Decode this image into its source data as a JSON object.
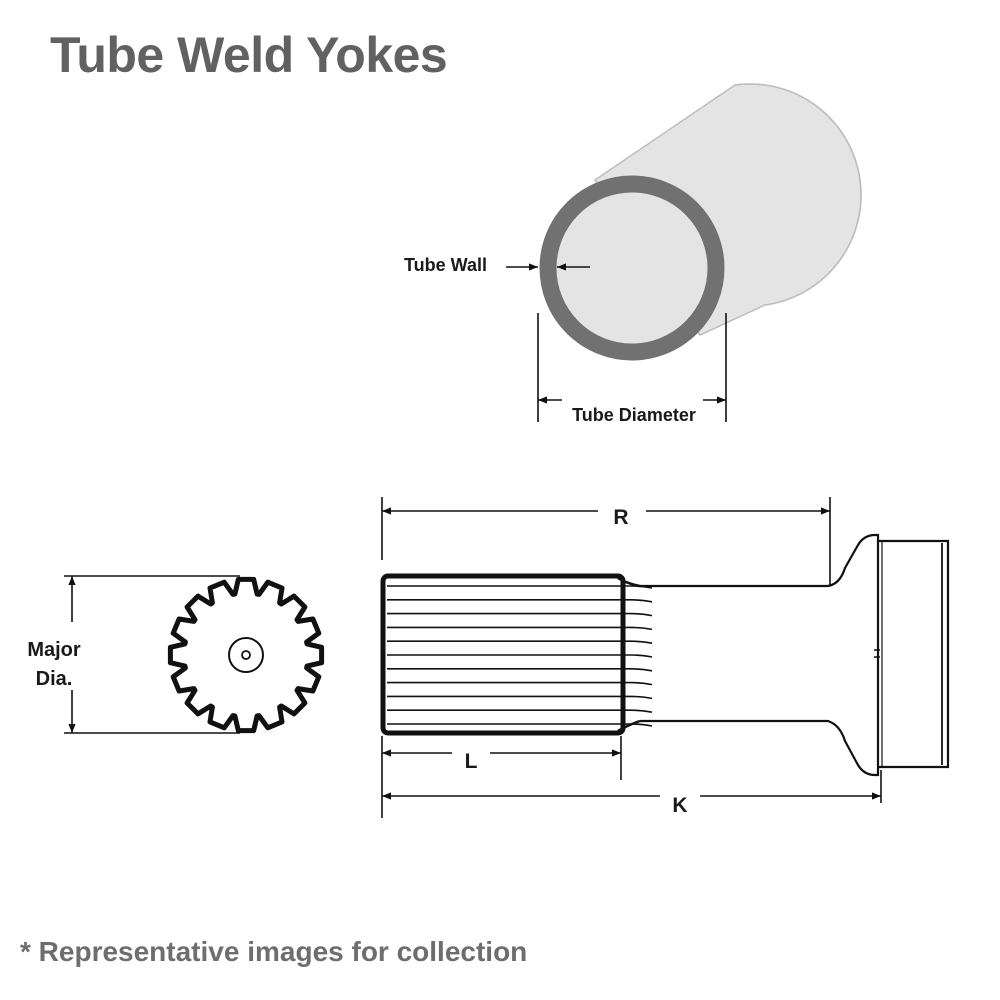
{
  "title": "Tube Weld Yokes",
  "footnote": "* Representative images for collection",
  "tube_diagram": {
    "wall_label": "Tube Wall",
    "diameter_label": "Tube Diameter"
  },
  "spline_end_view": {
    "major_dia_label_line1": "Major",
    "major_dia_label_line2": "Dia."
  },
  "yoke_side_view": {
    "dim_r": "R",
    "dim_l": "L",
    "dim_k": "K"
  }
}
